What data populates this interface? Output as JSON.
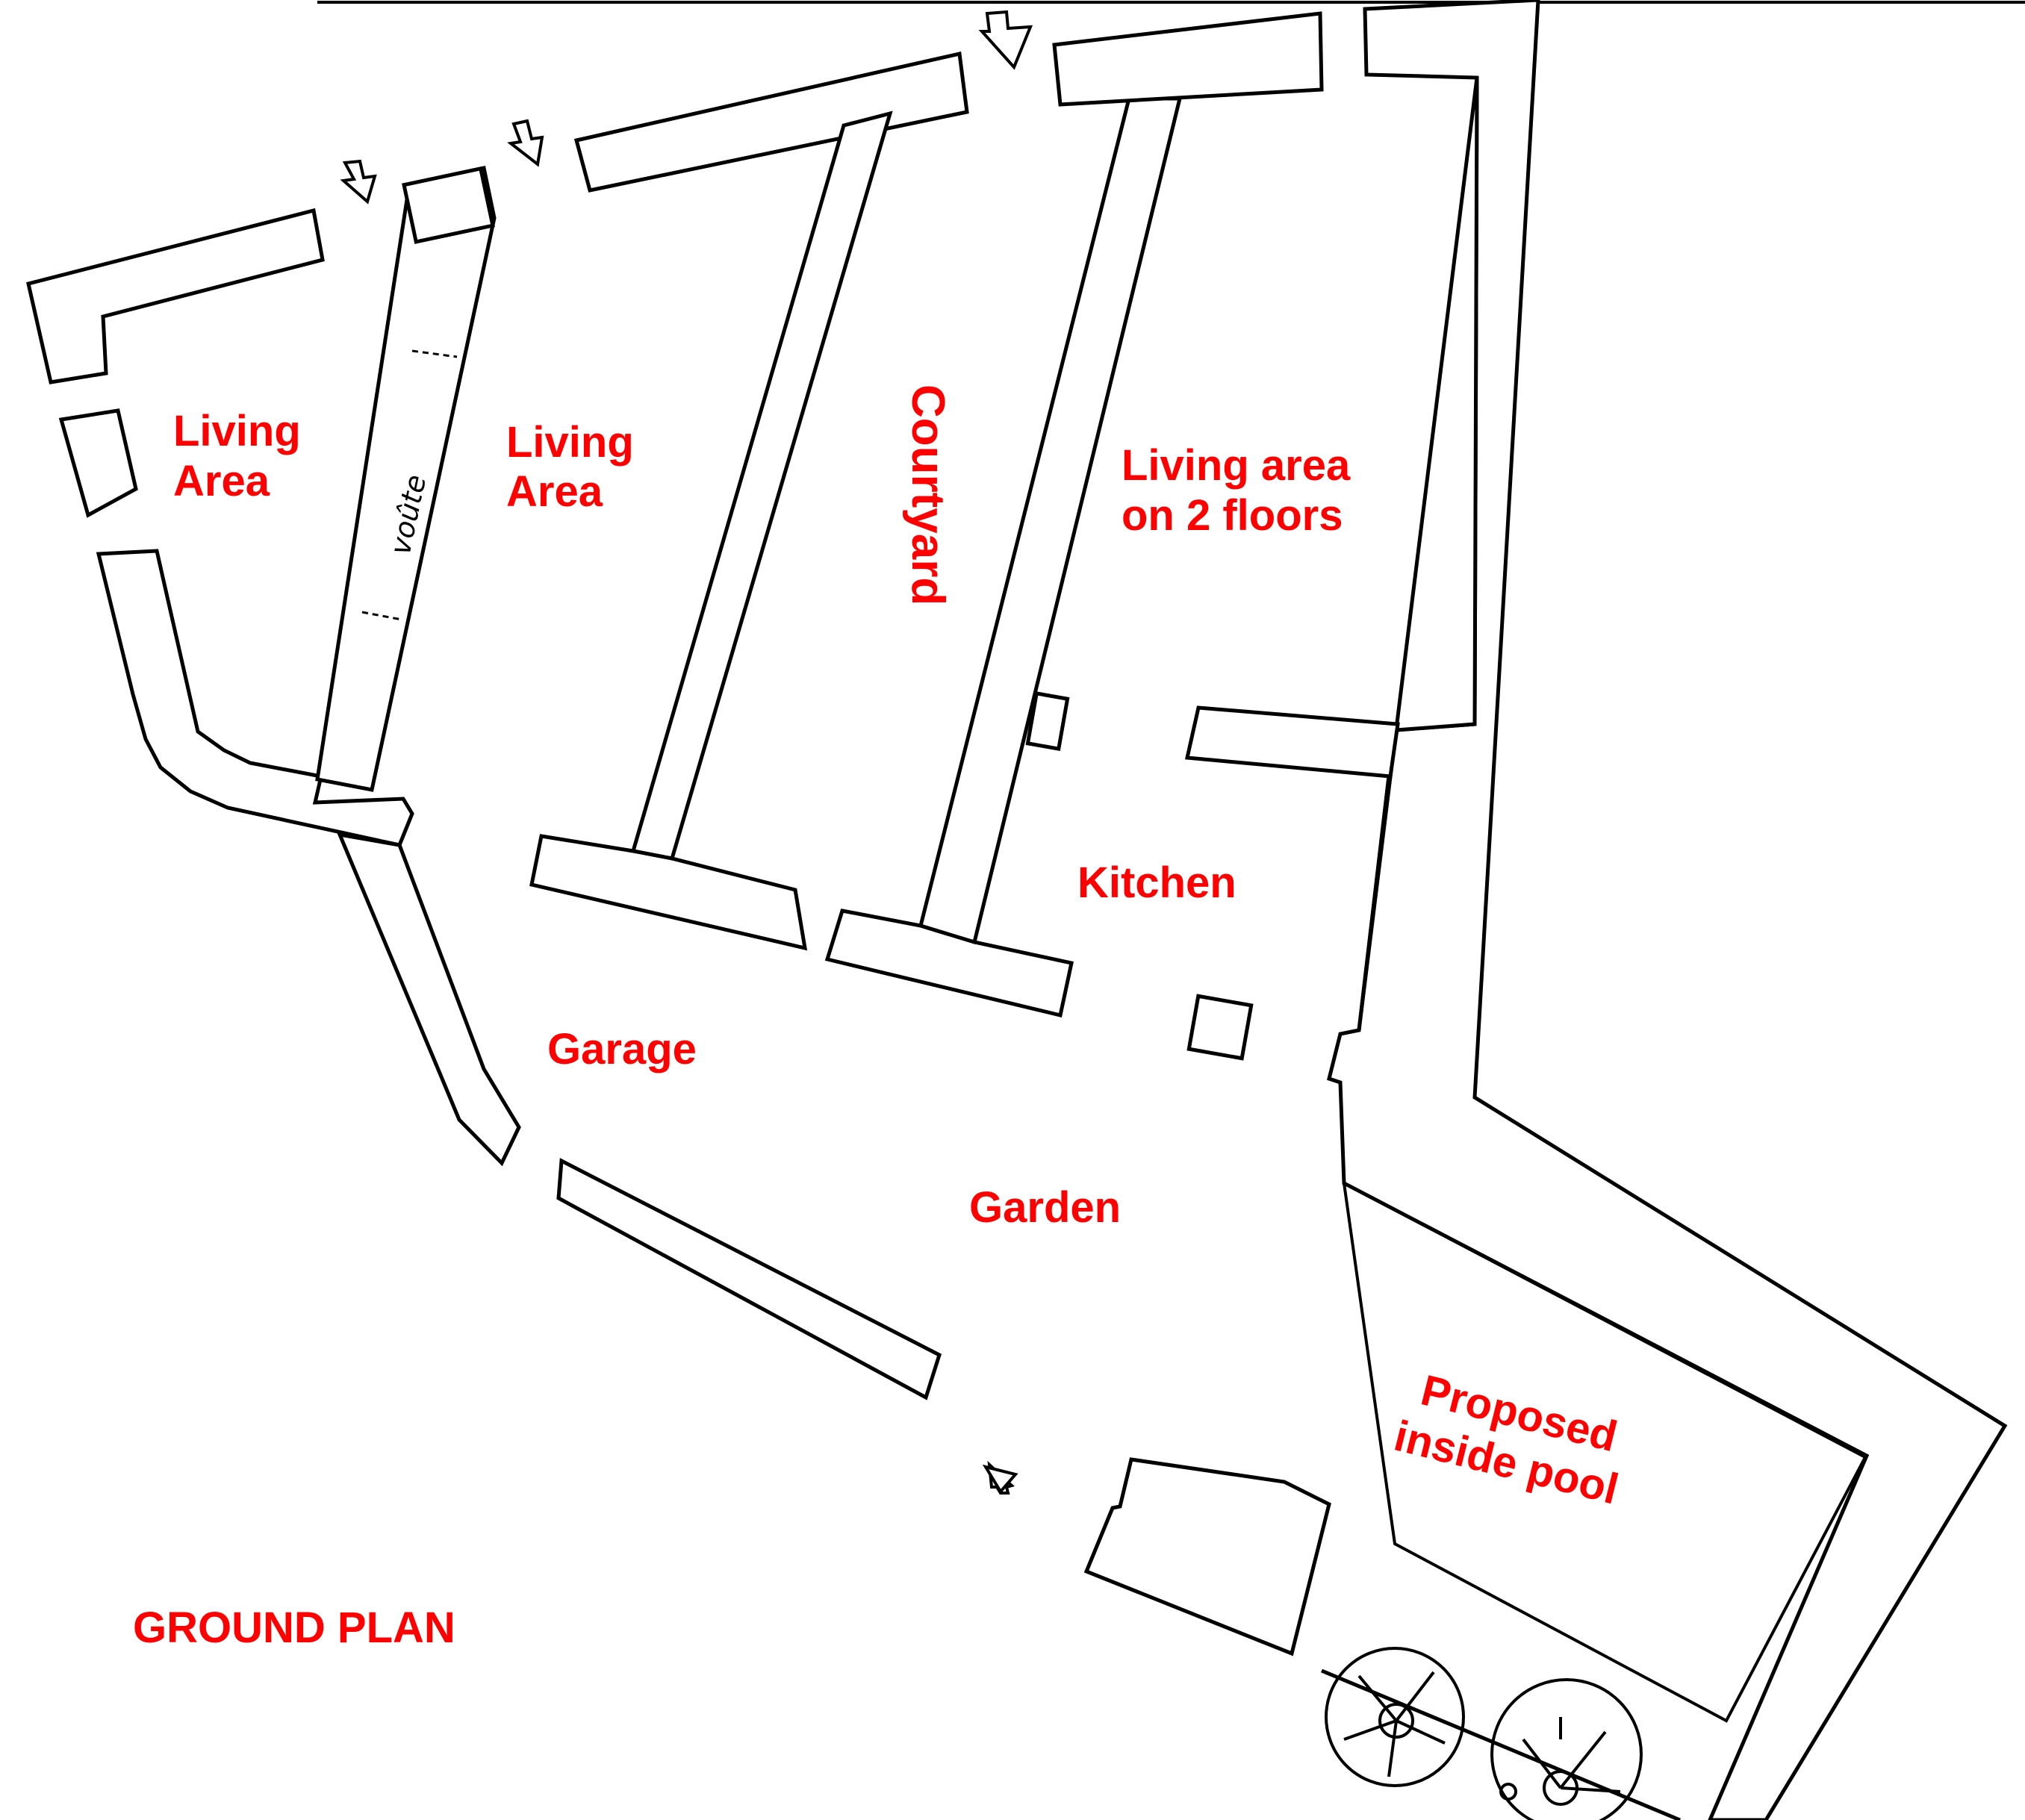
{
  "plan_title": "GROUND PLAN",
  "rooms": {
    "living_area_west": [
      "Living",
      "Area"
    ],
    "living_area_center": [
      "Living",
      "Area"
    ],
    "courtyard": "Courtyard",
    "living_area_two_floors": [
      "Living area",
      "on 2 floors"
    ],
    "kitchen": "Kitchen",
    "garage": "Garage",
    "garden": "Garden",
    "pool": [
      "Proposed",
      "inside pool"
    ]
  },
  "annotations": {
    "vault": "voûte"
  },
  "colors": {
    "label": "#ff0000",
    "line": "#000000",
    "background": "#ffffff"
  }
}
